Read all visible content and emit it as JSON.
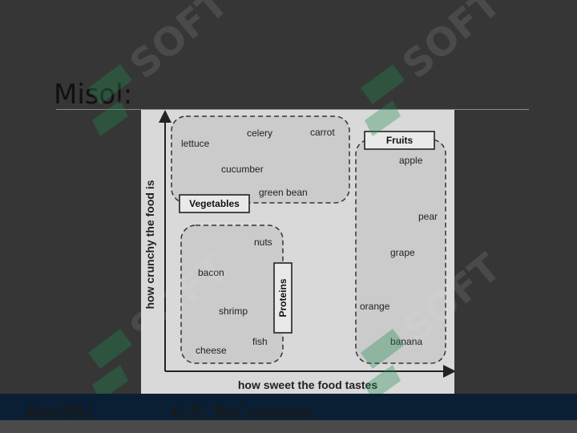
{
  "slide": {
    "title": "Misol:"
  },
  "diagram": {
    "ylabel": "how crunchy the food is",
    "xlabel": "how sweet the food tastes",
    "groups": {
      "vegetables": "Vegetables",
      "fruits": "Fruits",
      "proteins": "Proteins"
    },
    "items": {
      "lettuce": "lettuce",
      "celery": "celery",
      "carrot": "carrot",
      "cucumber": "cucumber",
      "green_bean": "green bean",
      "apple": "apple",
      "pear": "pear",
      "grape": "grape",
      "orange": "orange",
      "banana": "banana",
      "nuts": "nuts",
      "bacon": "bacon",
      "shrimp": "shrimp",
      "fish": "fish",
      "cheese": "cheese"
    }
  },
  "footer": {
    "left": "BuxDU",
    "right": "G.Y. Bo`ronova"
  },
  "colors": {
    "slide_bg": "#363636",
    "diagram_bg": "#d9d9d9",
    "footer_bar": "#0a1f33",
    "watermark": "#1f8a4c"
  }
}
